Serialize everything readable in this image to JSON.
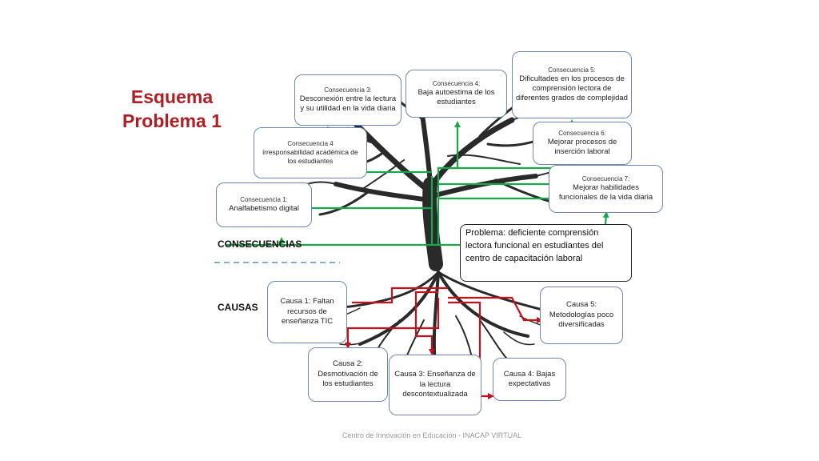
{
  "title": {
    "line1": "Esquema",
    "line2": "Problema 1"
  },
  "sections": {
    "consequences": "CONSECUENCIAS",
    "causes": "CAUSAS"
  },
  "problem": "Problema: deficiente comprensión lectora funcional en estudiantes del centro de capacitación laboral",
  "consequences": [
    {
      "heading": "Consecuencia 1:",
      "text": "Analfabetismo digital"
    },
    {
      "heading": "Consecuencia 3:",
      "text": "Desconexión entre la lectura y su utilidad en la vida diaria"
    },
    {
      "heading": "Consecuencia 4:",
      "text": "Baja autoestima de los estudiantes"
    },
    {
      "heading": "Consecuencia 4",
      "text": "irresponsabilidad académica de los estudiantes"
    },
    {
      "heading": "Consecuencia 5:",
      "text": "Dificultades en los procesos de comprensión lectora de diferentes grados de complejidad"
    },
    {
      "heading": "Consecuencia 6:",
      "text": "Mejorar procesos de inserción laboral"
    },
    {
      "heading": "Consecuencia 7:",
      "text": "Mejorar habilidades funcionales de la vida diaria"
    }
  ],
  "causes": [
    {
      "text": "Causa 1: Faltan recursos de enseñanza TIC"
    },
    {
      "text": "Causa 2: Desmotivación de los estudiantes"
    },
    {
      "text": "Causa 3: Enseñanza de la lectura descontextualizada"
    },
    {
      "text": "Causa 4: Bajas expectativas"
    },
    {
      "text": "Causa 5: Metodologías poco diversificadas"
    }
  ],
  "footer": "Centro de Innovación en Educación - INACAP VIRTUAL",
  "colors": {
    "title": "#b01e23",
    "consequence_arrows": "#1aa64a",
    "cause_arrows": "#c0131b",
    "box_border": "#6d87b0",
    "divider": "#5b8fd0"
  }
}
